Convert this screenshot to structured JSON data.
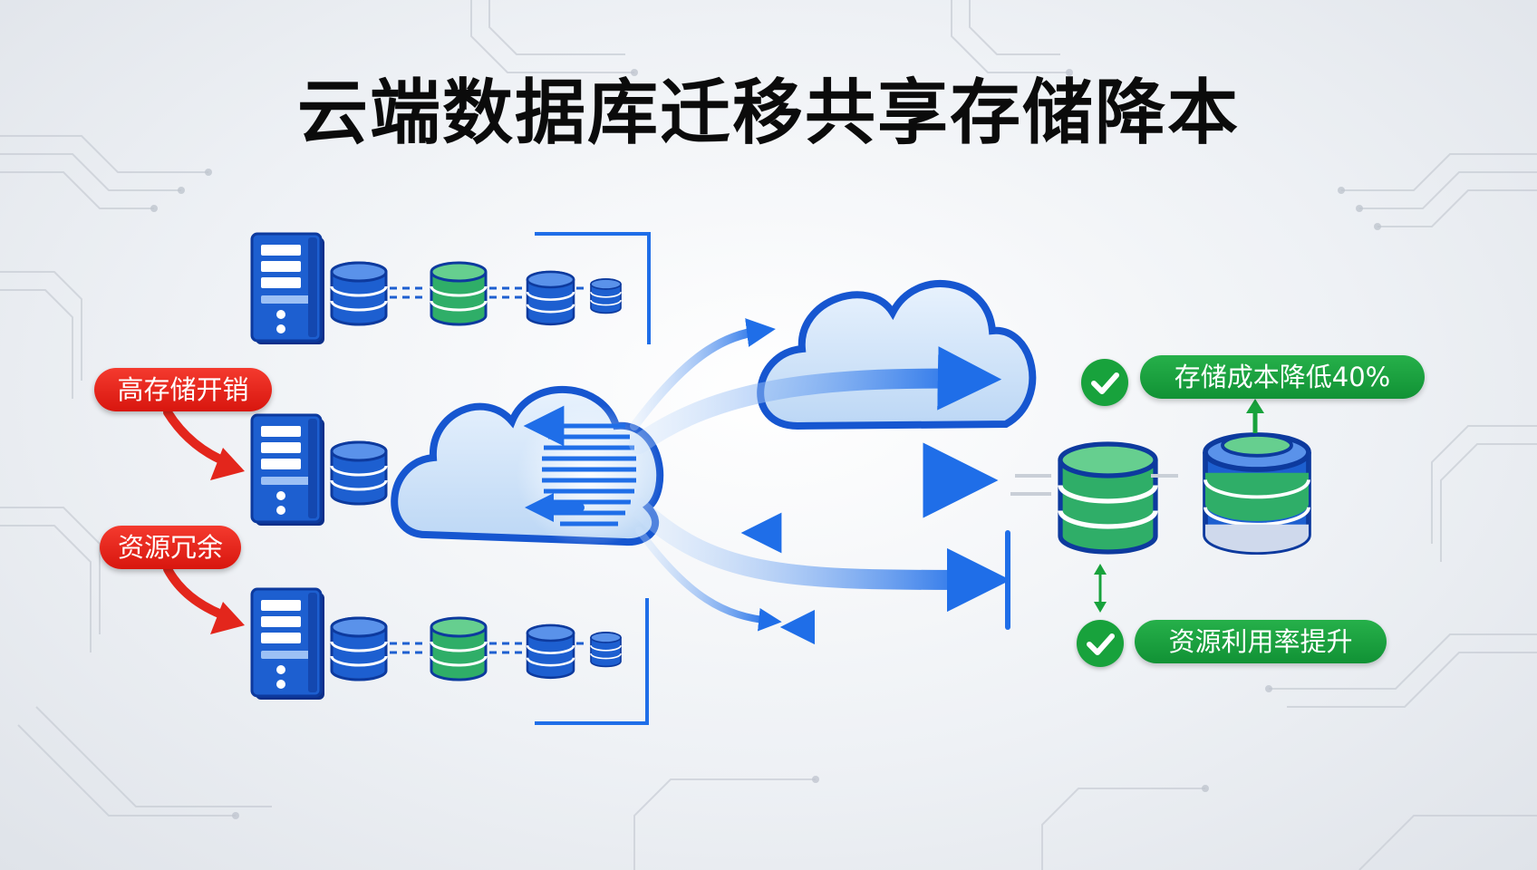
{
  "title": "云端数据库迁移共享存储降本",
  "problems": {
    "high_storage_cost": "高存储开销",
    "resource_redundancy": "资源冗余"
  },
  "benefits": {
    "storage_cost_reduction": "存储成本降低40%",
    "resource_utilization": "资源利用率提升"
  },
  "colors": {
    "primary_blue": "#1a5fd6",
    "cloud_blue": "#cfe2f8",
    "success_green": "#18a23c",
    "alert_red": "#e3261c"
  }
}
